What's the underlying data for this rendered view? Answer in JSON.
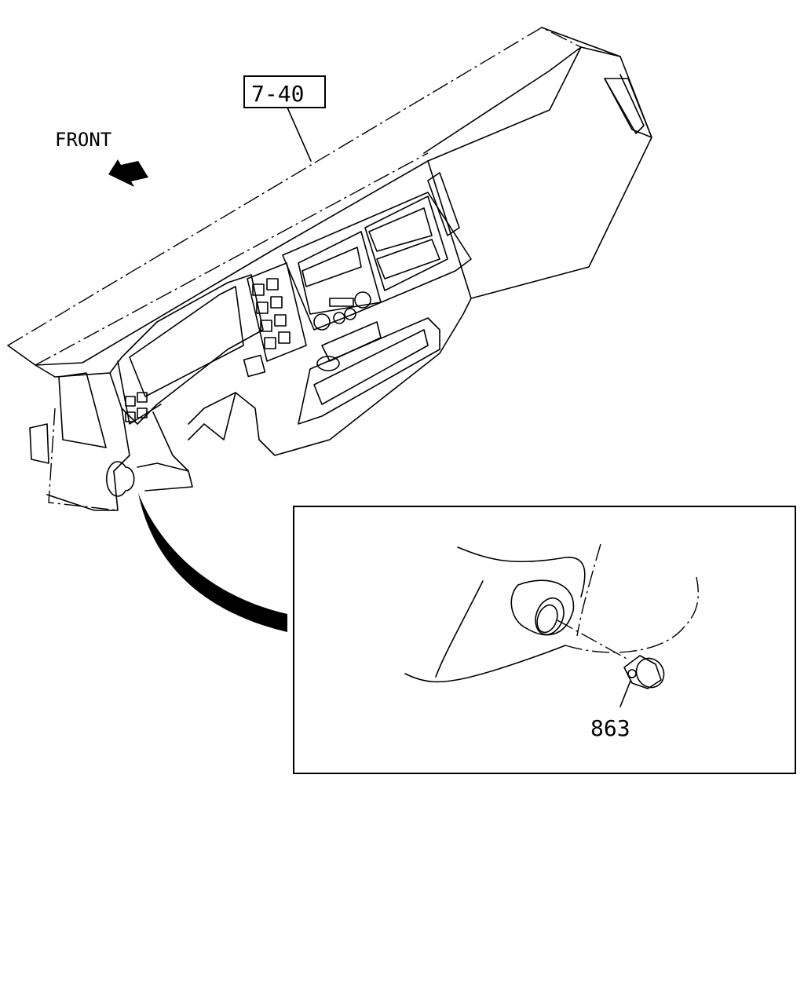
{
  "labels": {
    "front": "FRONT",
    "assembly_ref": "7-40",
    "part_number": "863"
  },
  "icons": {
    "direction": "front-arrow-icon",
    "leader": "callout-curve-icon"
  }
}
